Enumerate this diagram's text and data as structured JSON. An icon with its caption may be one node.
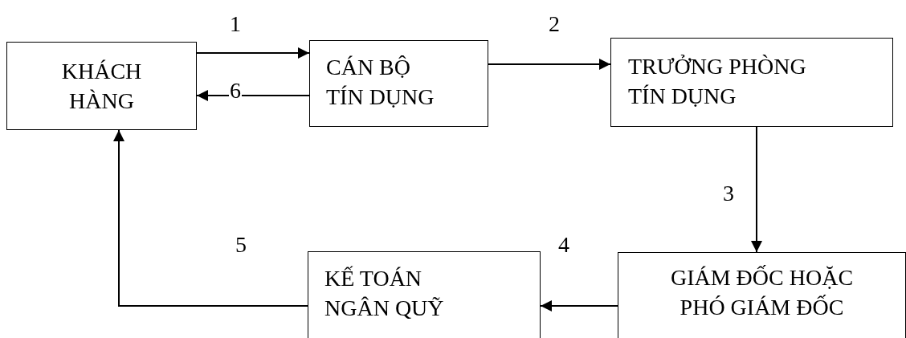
{
  "diagram": {
    "nodes": [
      {
        "text": [
          "KHÁCH HÀNG"
        ]
      },
      {
        "text": [
          "CÁN BỘ TÍN DỤNG"
        ]
      },
      {
        "text": [
          "TRƯỞNG PHÒNG TÍN DỤNG"
        ]
      },
      {
        "text": [
          "GIÁM ĐỐC HOẶC PHÓ GIÁM ĐỐC"
        ]
      },
      {
        "text": [
          "KẾ TOÁN NGÂN QUỸ"
        ]
      }
    ],
    "edges": [
      {
        "from": 0,
        "to": 1,
        "arrow": "to",
        "label": "1"
      },
      {
        "from": 1,
        "to": 2,
        "arrow": "to",
        "label": "2"
      },
      {
        "from": 2,
        "to": 3,
        "arrow": "to",
        "label": "3"
      },
      {
        "from": 3,
        "to": 4,
        "arrow": "to",
        "label": "4"
      },
      {
        "from": 4,
        "to": 0,
        "arrow": "to",
        "label": "5"
      },
      {
        "from": 1,
        "to": 0,
        "arrow": "to",
        "label": "6"
      }
    ]
  }
}
